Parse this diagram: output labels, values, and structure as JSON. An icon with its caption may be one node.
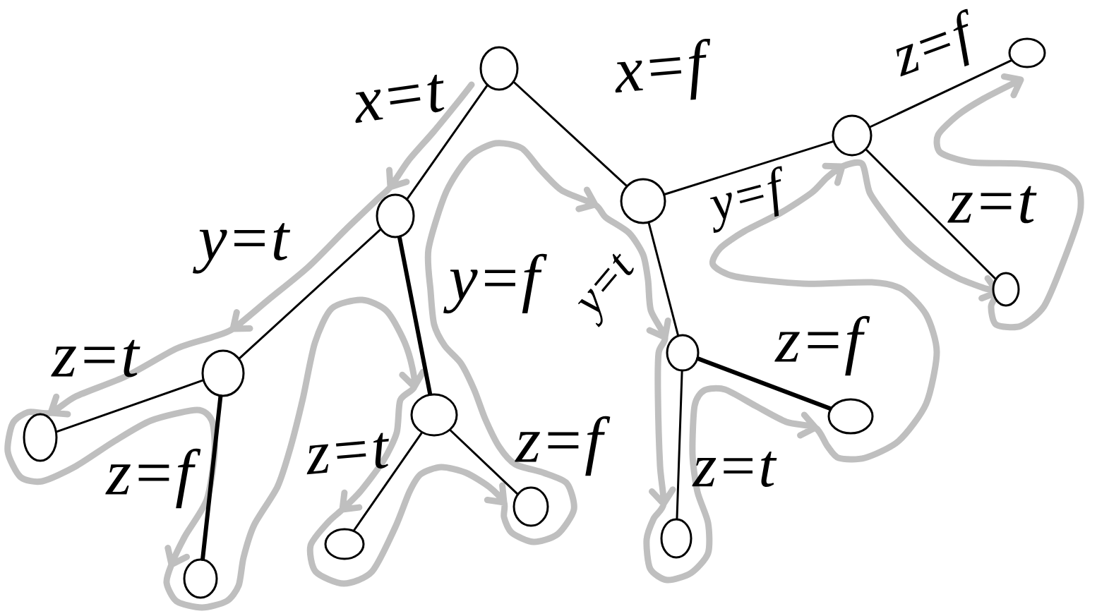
{
  "diagram": {
    "nodes": [
      {
        "text": [],
        "shape": "circle"
      },
      {
        "text": [],
        "shape": "circle"
      },
      {
        "text": [],
        "shape": "circle"
      },
      {
        "text": [],
        "shape": "circle"
      },
      {
        "text": [],
        "shape": "circle"
      },
      {
        "text": [],
        "shape": "circle"
      },
      {
        "text": [],
        "shape": "circle"
      },
      {
        "text": [],
        "shape": "circle"
      },
      {
        "text": [],
        "shape": "circle"
      },
      {
        "text": [],
        "shape": "circle"
      },
      {
        "text": [],
        "shape": "circle"
      },
      {
        "text": [],
        "shape": "circle"
      },
      {
        "text": [],
        "shape": "circle"
      },
      {
        "text": [],
        "shape": "circle"
      },
      {
        "text": [],
        "shape": "circle"
      }
    ],
    "edges": [
      {
        "from": 0,
        "to": 1,
        "arrow": "none",
        "label": "x=t"
      },
      {
        "from": 0,
        "to": 2,
        "arrow": "none",
        "label": "x=f"
      },
      {
        "from": 1,
        "to": 3,
        "arrow": "none",
        "label": "y=t"
      },
      {
        "from": 1,
        "to": 4,
        "arrow": "none",
        "label": "y=f",
        "style": "thick"
      },
      {
        "from": 2,
        "to": 5,
        "arrow": "none",
        "label": "y=t"
      },
      {
        "from": 2,
        "to": 6,
        "arrow": "none",
        "label": "y=f"
      },
      {
        "from": 3,
        "to": 7,
        "arrow": "none",
        "label": "z=t"
      },
      {
        "from": 3,
        "to": 8,
        "arrow": "none",
        "label": "z=f",
        "style": "thick"
      },
      {
        "from": 4,
        "to": 9,
        "arrow": "none",
        "label": "z=t"
      },
      {
        "from": 4,
        "to": 10,
        "arrow": "none",
        "label": "z=f"
      },
      {
        "from": 5,
        "to": 11,
        "arrow": "none",
        "label": "z=t"
      },
      {
        "from": 5,
        "to": 12,
        "arrow": "none",
        "label": "z=f",
        "style": "thick"
      },
      {
        "from": 6,
        "to": 13,
        "arrow": "none",
        "label": "z=f"
      },
      {
        "from": 6,
        "to": 14,
        "arrow": "none",
        "label": "z=t"
      }
    ]
  }
}
